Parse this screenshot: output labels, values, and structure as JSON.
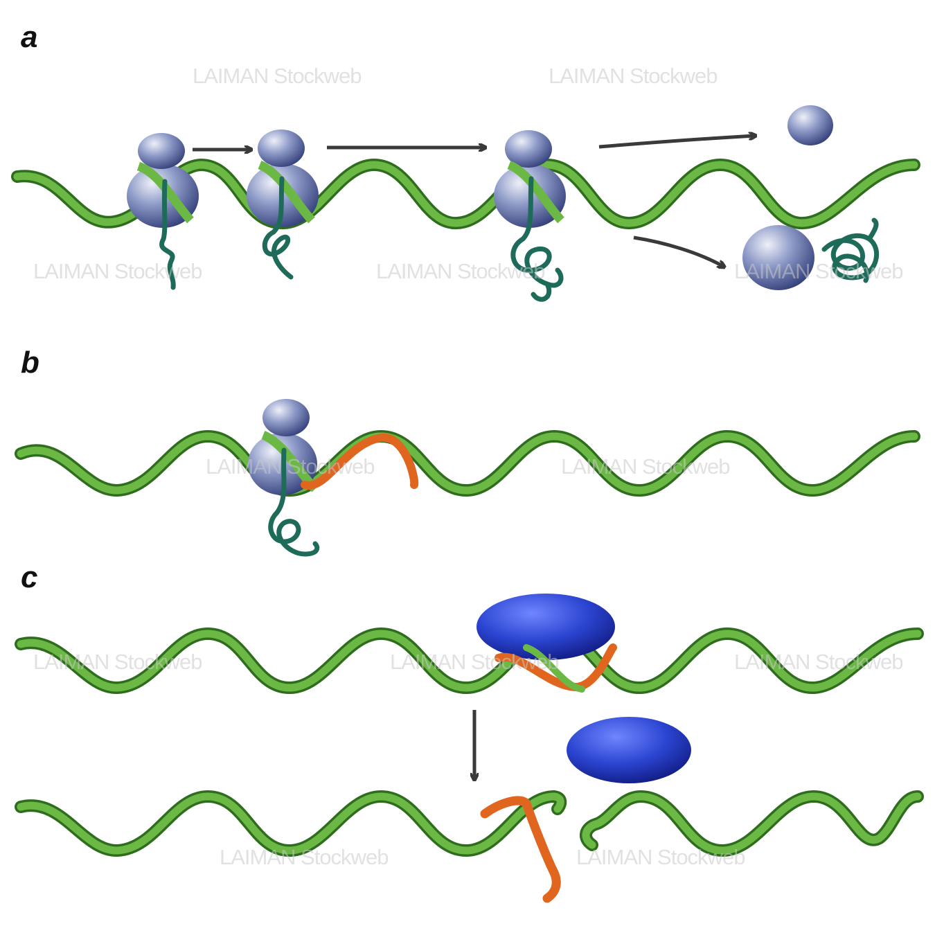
{
  "figure": {
    "description_visible_text_only": true,
    "panels": [
      {
        "id": "a",
        "label": "a"
      },
      {
        "id": "b",
        "label": "b"
      },
      {
        "id": "c",
        "label": "c"
      }
    ],
    "watermark_text": "LAIMAN Stockweb",
    "colors": {
      "mrna_green": "#5fa83a",
      "mrna_dark": "#2f6d1e",
      "ribosome_blue": "#7f8fbf",
      "ribosome_dark": "#3c4a80",
      "peptide_teal": "#1f6b5a",
      "sirna_orange": "#e0651e",
      "risc_blue": "#2a3fc4",
      "arrow_gray": "#3a3a3a",
      "background": "#ffffff"
    }
  }
}
